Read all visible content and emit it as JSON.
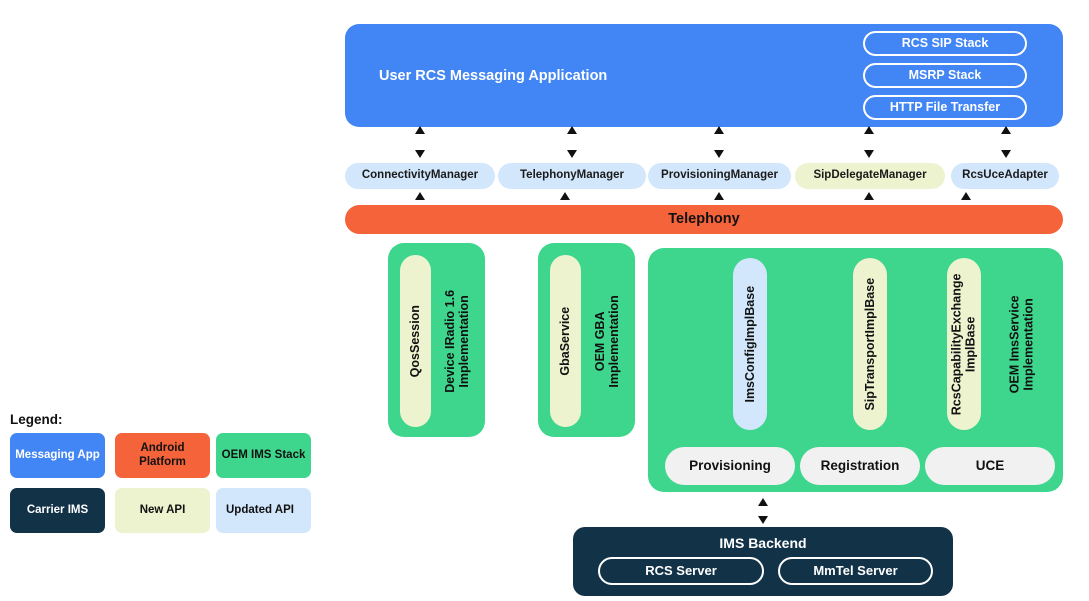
{
  "app_layer": {
    "title": "User RCS Messaging Application",
    "color": "#4285F4",
    "stacks": [
      {
        "label": "RCS SIP Stack"
      },
      {
        "label": "MSRP Stack"
      },
      {
        "label": "HTTP File Transfer"
      }
    ]
  },
  "managers": [
    {
      "label": "ConnectivityManager",
      "api": "updated",
      "color": "#D2E7FB"
    },
    {
      "label": "TelephonyManager",
      "api": "updated",
      "color": "#D2E7FB"
    },
    {
      "label": "ProvisioningManager",
      "api": "updated",
      "color": "#D2E7FB"
    },
    {
      "label": "SipDelegateManager",
      "api": "new",
      "color": "#EDF2CF"
    },
    {
      "label": "RcsUceAdapter",
      "api": "updated",
      "color": "#D2E7FB"
    }
  ],
  "platform": {
    "label": "Telephony",
    "color": "#F4633A"
  },
  "oem_stacks": [
    {
      "pill": "QosSession",
      "pill_api": "new",
      "caption_line1": "Device IRadio 1.6",
      "caption_line2": "Implementation"
    },
    {
      "pill": "GbaService",
      "pill_api": "new",
      "caption_line1": "OEM GBA",
      "caption_line2": "Implementation"
    }
  ],
  "ims_service": {
    "caption_line1": "OEM ImsService",
    "caption_line2": "Implementation",
    "color": "#3DD68C",
    "impl_pills": [
      {
        "label": "ImsConfigImplBase",
        "api": "updated",
        "color": "#D2E7FB"
      },
      {
        "label": "SipTransportImplBase",
        "api": "new",
        "color": "#EDF2CF"
      },
      {
        "label": "RcsCapabilityExchange",
        "label2": "ImplBase",
        "api": "new",
        "color": "#EDF2CF"
      }
    ],
    "services": [
      {
        "label": "Provisioning"
      },
      {
        "label": "Registration"
      },
      {
        "label": "UCE"
      }
    ]
  },
  "ims_backend": {
    "title": "IMS Backend",
    "color": "#123247",
    "servers": [
      {
        "label": "RCS Server"
      },
      {
        "label": "MmTel Server"
      }
    ]
  },
  "legend": {
    "title": "Legend:",
    "items": [
      {
        "label": "Messaging App",
        "color": "#4285F4",
        "text_color": "#ffffff"
      },
      {
        "label": "Android Platform",
        "color": "#F4633A",
        "text_color": "#111111"
      },
      {
        "label": "OEM IMS Stack",
        "color": "#3DD68C",
        "text_color": "#111111"
      },
      {
        "label": "Carrier IMS",
        "color": "#123247",
        "text_color": "#ffffff"
      },
      {
        "label": "New API",
        "color": "#EDF2CF",
        "text_color": "#111111"
      },
      {
        "label": "Updated API",
        "color": "#D2E7FB",
        "text_color": "#111111"
      }
    ]
  }
}
